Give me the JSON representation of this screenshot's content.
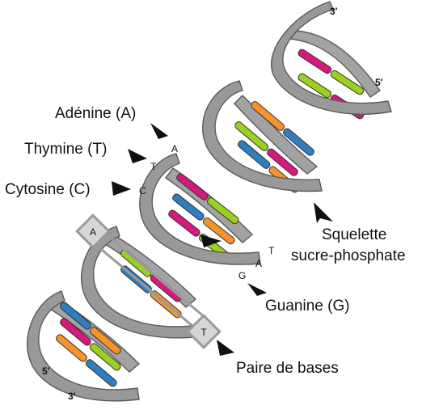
{
  "labels": {
    "adenine": "Adénine (A)",
    "thymine": "Thymine (T)",
    "cytosine": "Cytosine (C)",
    "guanine": "Guanine (G)",
    "squelette_line1": "Squelette",
    "squelette_line2": "sucre-phosphate",
    "paire": "Paire de bases"
  },
  "letters": {
    "A": "A",
    "T": "T",
    "C": "C",
    "G": "G"
  },
  "ends": {
    "top_3": "3'",
    "top_5": "5'",
    "bottom_5": "5'",
    "bottom_3": "3'"
  },
  "colors": {
    "adenine": "#9ad01e",
    "thymine": "#d6197b",
    "cytosine": "#2e7ec0",
    "guanine": "#f6932a",
    "backbone": "#9a9a9a",
    "backbone_edge": "#5a5a5a"
  }
}
